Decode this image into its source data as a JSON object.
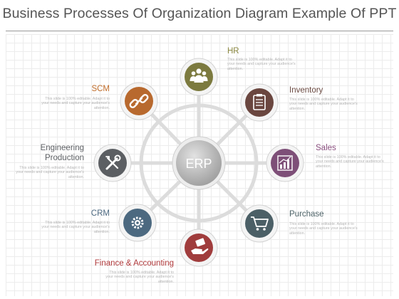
{
  "title": "Business Processes Of Organization Diagram Example Of PPT",
  "center": {
    "label": "ERP"
  },
  "description": "This slide is 100% editable. Adapt it to your needs and capture your audience's attention.",
  "nodes": [
    {
      "label": "HR",
      "icon": "people-icon",
      "color": "#7c7a3f",
      "label_color": "#8a8740"
    },
    {
      "label": "Inventory",
      "icon": "clipboard-icon",
      "color": "#6a463f",
      "label_color": "#6b4a42"
    },
    {
      "label": "Sales",
      "icon": "bar-chart-icon",
      "color": "#7e4f78",
      "label_color": "#8a4f7f"
    },
    {
      "label": "Purchase",
      "icon": "shopping-cart-icon",
      "color": "#4b5f66",
      "label_color": "#4f6469"
    },
    {
      "label": "Finance & Accounting",
      "icon": "money-hand-icon",
      "color": "#a03c3c",
      "label_color": "#b0393b"
    },
    {
      "label": "CRM",
      "icon": "gears-icon",
      "color": "#4c6980",
      "label_color": "#4e6a82"
    },
    {
      "label": "Engineering Production",
      "icon": "tools-icon",
      "color": "#5c5f63",
      "label_color": "#5c5f63"
    },
    {
      "label": "SCM",
      "icon": "chain-link-icon",
      "color": "#b8692e",
      "label_color": "#c06d2b"
    }
  ]
}
